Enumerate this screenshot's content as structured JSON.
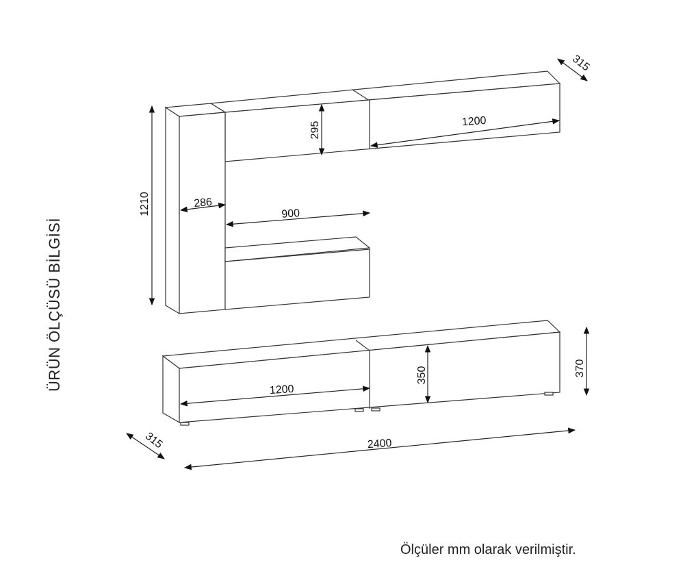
{
  "title": "ÜRÜN ÖLÇÜSÜ BİLGİSİ",
  "footer_note": "Ölçüler mm olarak verilmiştir.",
  "dimensions": {
    "upper_depth": "315",
    "upper_cabinet_height": "295",
    "upper_cabinet_width": "1200",
    "total_height": "1210",
    "column_width": "286",
    "gap_width": "900",
    "lower_cabinet_width": "1200",
    "lower_front_height": "350",
    "lower_total_height": "370",
    "total_width": "2400",
    "lower_depth": "315"
  }
}
